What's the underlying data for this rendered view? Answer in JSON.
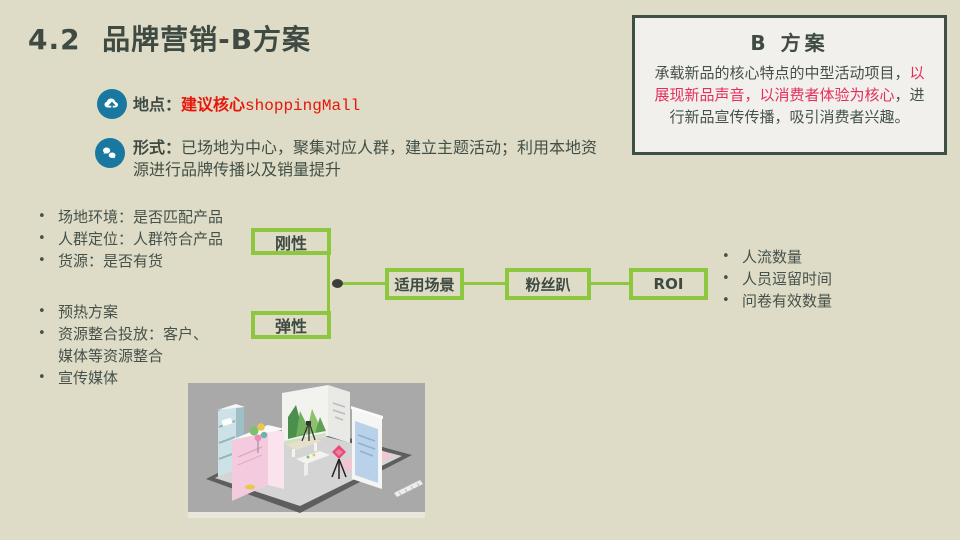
{
  "slide": {
    "title": "4.2  品牌营销-B方案"
  },
  "plan_box": {
    "title": "B 方案",
    "text_part1": "承载新品的核心特点的中型活动项目，",
    "text_highlight": "以展现新品声音，以消费者体验为核心",
    "text_part2": "，进行新品宣传传播，吸引消费者兴趣。"
  },
  "location_point": {
    "icon": "cloud-upload-icon",
    "label": "地点：",
    "highlight_cn": "建议核心",
    "highlight_en": "shoppingMall"
  },
  "format_point": {
    "icon": "chat-icon",
    "label": "形式：",
    "text": "已场地为中心，聚集对应人群，建立主题活动；利用本地资源进行品牌传播以及销量提升"
  },
  "left_list_top": [
    "场地环境：是否匹配产品",
    "人群定位：人群符合产品",
    "货源：是否有货"
  ],
  "left_list_bottom": [
    "预热方案",
    "资源整合投放：客户、 媒体等资源整合",
    "宣传媒体"
  ],
  "flow": {
    "branch_top": "刚性",
    "branch_bottom": "弹性",
    "node1": "适用场景",
    "node2": "粉丝趴",
    "node3": "ROI"
  },
  "right_list": [
    "人流数量",
    "人员逗留时间",
    "问卷有效数量"
  ],
  "booth_image": {
    "description": "3D exhibition booth render"
  },
  "colors": {
    "background": "#DEDCC6",
    "dark_text": "#3E4A42",
    "accent_green": "#8DC63F",
    "icon_teal": "#1878A0",
    "bright_red": "#E8150A",
    "pink_red": "#E62E5C",
    "box_fill": "#F1F0EC",
    "box_border": "#3E4F44",
    "image_bg": "#A9A9A9"
  }
}
